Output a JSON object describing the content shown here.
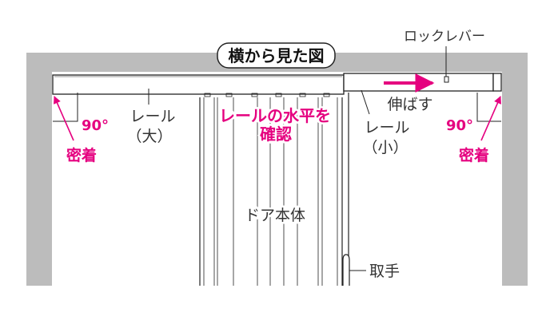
{
  "title": "横から見た図",
  "labels": {
    "lock_lever": "ロックレバー",
    "rail_large_1": "レール",
    "rail_large_2": "（大）",
    "rail_small_1": "レール",
    "rail_small_2": "（小）",
    "door_body": "ドア本体",
    "handle": "取手",
    "extend": "伸ばす",
    "level_1": "レールの水平を",
    "level_2": "確認",
    "angle_left": "90°",
    "angle_right": "90°",
    "contact_left": "密着",
    "contact_right": "密着"
  },
  "colors": {
    "wall": "#bcbcbc",
    "accent": "#e5007f",
    "line": "#222222",
    "text": "#333333"
  }
}
